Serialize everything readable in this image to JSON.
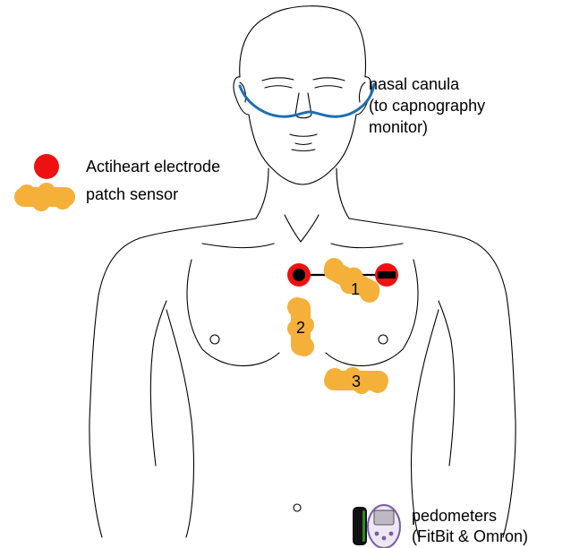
{
  "labels": {
    "canula_line1": "nasal canula",
    "canula_line2": "(to capnography",
    "canula_line3": "monitor)",
    "legend_electrode": "Actiheart electrode",
    "legend_patch": "patch sensor",
    "pedometer_line1": "pedometers",
    "pedometer_line2": "(FitBit & Omron)"
  },
  "patches": [
    {
      "number": "1"
    },
    {
      "number": "2"
    },
    {
      "number": "3"
    }
  ],
  "colors": {
    "electrode": "#ee1111",
    "patch": "#f5b03a",
    "canula": "#1f6fb2",
    "outline": "#000000",
    "omron": "#7b5aa6",
    "fitbit": "#2e8b1f"
  }
}
